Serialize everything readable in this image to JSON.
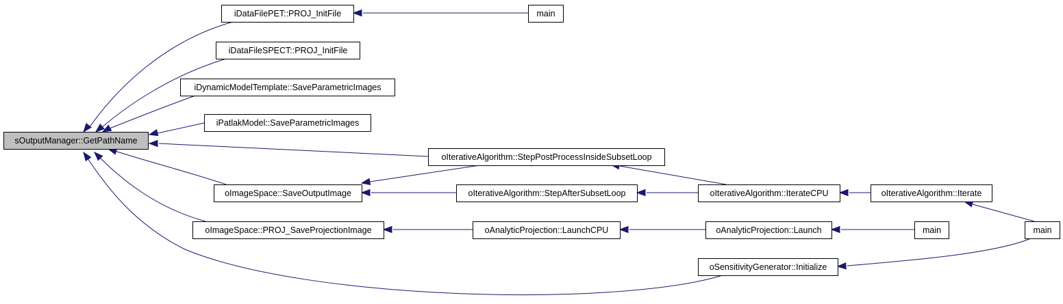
{
  "diagram": {
    "type": "call-graph",
    "edge_color": "#191970",
    "nodes": [
      {
        "id": "root",
        "label": "sOutputManager::GetPathName",
        "highlighted": true
      },
      {
        "id": "petinit",
        "label": "iDataFilePET::PROJ_InitFile"
      },
      {
        "id": "main1",
        "label": "main"
      },
      {
        "id": "spectinit",
        "label": "iDataFileSPECT::PROJ_InitFile"
      },
      {
        "id": "dynsave",
        "label": "iDynamicModelTemplate::SaveParametricImages"
      },
      {
        "id": "patlaksave",
        "label": "iPatlakModel::SaveParametricImages"
      },
      {
        "id": "steppost",
        "label": "oIterativeAlgorithm::StepPostProcessInsideSubsetLoop"
      },
      {
        "id": "saveout",
        "label": "oImageSpace::SaveOutputImage"
      },
      {
        "id": "stepafter",
        "label": "oIterativeAlgorithm::StepAfterSubsetLoop"
      },
      {
        "id": "iteratecpu",
        "label": "oIterativeAlgorithm::IterateCPU"
      },
      {
        "id": "iterate",
        "label": "oIterativeAlgorithm::Iterate"
      },
      {
        "id": "saveproj",
        "label": "oImageSpace::PROJ_SaveProjectionImage"
      },
      {
        "id": "launchcpu",
        "label": "oAnalyticProjection::LaunchCPU"
      },
      {
        "id": "launch",
        "label": "oAnalyticProjection::Launch"
      },
      {
        "id": "main2",
        "label": "main"
      },
      {
        "id": "main3",
        "label": "main"
      },
      {
        "id": "sensinit",
        "label": "oSensitivityGenerator::Initialize"
      }
    ],
    "edges": [
      {
        "from": "petinit",
        "to": "root"
      },
      {
        "from": "spectinit",
        "to": "root"
      },
      {
        "from": "dynsave",
        "to": "root"
      },
      {
        "from": "patlaksave",
        "to": "root"
      },
      {
        "from": "steppost",
        "to": "root"
      },
      {
        "from": "saveout",
        "to": "root"
      },
      {
        "from": "saveproj",
        "to": "root"
      },
      {
        "from": "sensinit",
        "to": "root"
      },
      {
        "from": "main1",
        "to": "petinit"
      },
      {
        "from": "steppost",
        "to": "saveout"
      },
      {
        "from": "stepafter",
        "to": "saveout"
      },
      {
        "from": "iteratecpu",
        "to": "steppost"
      },
      {
        "from": "iteratecpu",
        "to": "stepafter"
      },
      {
        "from": "iterate",
        "to": "iteratecpu"
      },
      {
        "from": "main3",
        "to": "iterate"
      },
      {
        "from": "launchcpu",
        "to": "saveproj"
      },
      {
        "from": "launch",
        "to": "launchcpu"
      },
      {
        "from": "main2",
        "to": "launch"
      },
      {
        "from": "main3",
        "to": "sensinit"
      }
    ]
  }
}
